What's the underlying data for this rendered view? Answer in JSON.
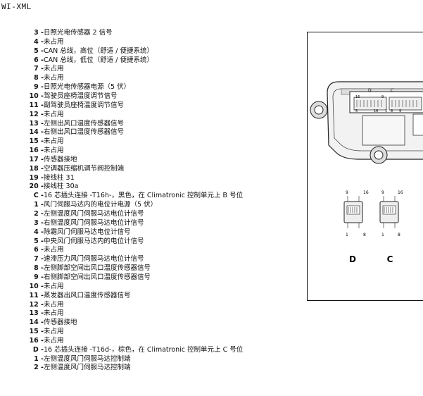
{
  "header": "WI-XML",
  "items": [
    {
      "num": "3 -",
      "text": "日照光电传感器 2 信号"
    },
    {
      "num": "4 -",
      "text": "未占用"
    },
    {
      "num": "5 -",
      "text": "CAN 总线，高位（舒适 / 便捷系统）"
    },
    {
      "num": "6 -",
      "text": "CAN 总线，低位（舒适 / 便捷系统）"
    },
    {
      "num": "7 -",
      "text": "未占用"
    },
    {
      "num": "8 -",
      "text": "未占用"
    },
    {
      "num": "9 -",
      "text": "日照光电传感器电源（5 伏）"
    },
    {
      "num": "10 -",
      "text": "驾驶员座椅温度调节信号"
    },
    {
      "num": "11 -",
      "text": "副驾驶员座椅温度调节信号"
    },
    {
      "num": "12 -",
      "text": "未占用"
    },
    {
      "num": "13 -",
      "text": "左侧出风口温度传感器信号"
    },
    {
      "num": "14 -",
      "text": "右侧出风口温度传感器信号"
    },
    {
      "num": "15 -",
      "text": "未占用"
    },
    {
      "num": "16 -",
      "text": "未占用"
    },
    {
      "num": "17 -",
      "text": "传感器接地"
    },
    {
      "num": "18 -",
      "text": "空调器压缩机调节阀控制端"
    },
    {
      "num": "19 -",
      "text": "接线柱 31"
    },
    {
      "num": "20 -",
      "text": "接线柱 30a"
    },
    {
      "num": "C -",
      "text": "16 芯插头连接 -T16h-，黑色，在 Climatronic 控制单元上 B 号位"
    },
    {
      "num": "1 -",
      "text": "风门伺服马达内的电位计电源（5 伏）"
    },
    {
      "num": "2 -",
      "text": "左侧温度风门伺服马达电位计信号"
    },
    {
      "num": "3 -",
      "text": "右侧温度风门伺服马达电位计信号"
    },
    {
      "num": "4 -",
      "text": "除霜风门伺服马达电位计信号"
    },
    {
      "num": "5 -",
      "text": "中央风门伺服马达内的电位计信号"
    },
    {
      "num": "6 -",
      "text": "未占用"
    },
    {
      "num": "7 -",
      "text": "速滞压力风门伺服马达电位计信号"
    },
    {
      "num": "8 -",
      "text": "左侧脚部空间出风口温度传感器信号"
    },
    {
      "num": "9 -",
      "text": "右侧脚部空间出风口温度传感器信号"
    },
    {
      "num": "10 -",
      "text": "未占用"
    },
    {
      "num": "11 -",
      "text": "蒸发器出风口温度传感器信号"
    },
    {
      "num": "12 -",
      "text": "未占用"
    },
    {
      "num": "13 -",
      "text": "未占用"
    },
    {
      "num": "14 -",
      "text": "传感器接地"
    },
    {
      "num": "15 -",
      "text": "未占用"
    },
    {
      "num": "16 -",
      "text": "未占用"
    },
    {
      "num": "D -",
      "text": "16 芯插头连接 -T16d-，棕色，在 Climatronic 控制单元上 C 号位"
    },
    {
      "num": "1 -",
      "text": "左侧温度风门伺服马达控制端"
    },
    {
      "num": "2 -",
      "text": "左侧温度风门伺服马达控制端"
    }
  ],
  "figure": {
    "unit_labels": {
      "d": "D",
      "c": "C",
      "pin16": "16",
      "pin9": "9",
      "pin5": "5",
      "pin1": "1",
      "pin8": "8"
    },
    "connector_d": {
      "label": "D",
      "top_left": "9",
      "top_right": "16",
      "bottom_left": "1",
      "bottom_right": "8"
    },
    "connector_c": {
      "label": "C",
      "top_left": "9",
      "top_right": "16",
      "bottom_left": "1",
      "bottom_right": "8"
    }
  }
}
